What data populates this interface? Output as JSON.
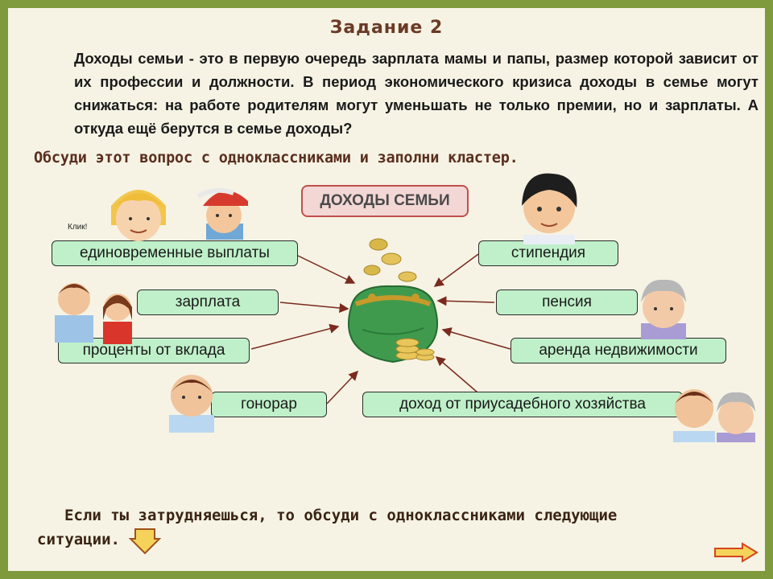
{
  "task_title": "Задание 2",
  "paragraph": "Доходы семьи - это в первую очередь зарплата мамы и папы, размер которой зависит от их профессии и должности. В период экономического кризиса доходы в семье могут снижаться: на работе родителям могут уменьшать не только премии, но и зарплаты. А откуда ещё берутся в семье доходы?",
  "instruction": "Обсуди этот вопрос с одноклассниками и заполни кластер.",
  "cluster": {
    "center": "ДОХОДЫ СЕМЬИ",
    "left": [
      "единовременные выплаты",
      "зарплата",
      "проценты от вклада",
      "гонорар"
    ],
    "right": [
      "стипендия",
      "пенсия",
      "аренда недвижимости",
      "доход от приусадебного хозяйства"
    ]
  },
  "click_label": "Клик!",
  "bottom": {
    "line1": "Если ты затрудняешься, то обсуди с одноклассниками следующие",
    "line2": "ситуации."
  },
  "icons": [
    "purse-with-coins",
    "children-illustrations",
    "down-arrow-icon",
    "next-arrow-icon"
  ],
  "colors": {
    "frame": "#7f9a3c",
    "slide": "#f6f3e4",
    "pill": "#bff0c9",
    "center_border": "#c0504d",
    "arrow_fill": "#f5d35a"
  }
}
